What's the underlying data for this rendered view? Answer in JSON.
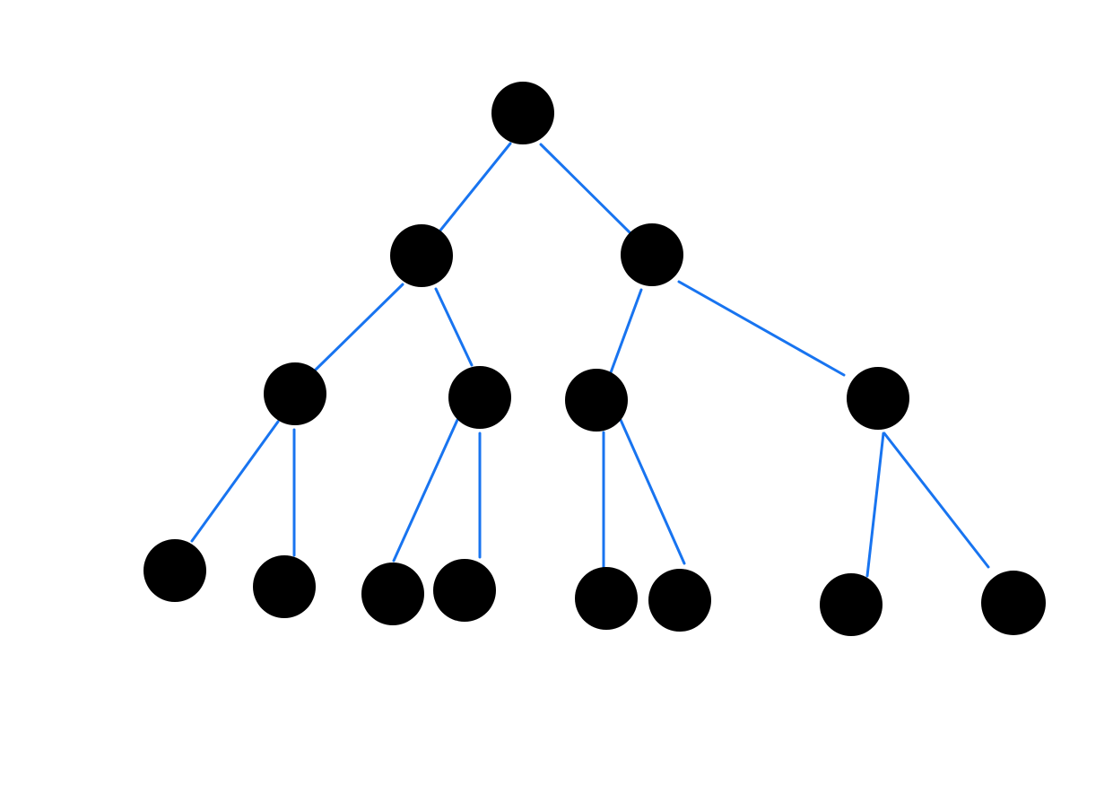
{
  "diagram": {
    "type": "tree",
    "edge_color": "#1874f0",
    "node_color": "#000000",
    "nodes": [
      {
        "id": "root"
      },
      {
        "id": "l1-left"
      },
      {
        "id": "l1-right"
      },
      {
        "id": "l2-a"
      },
      {
        "id": "l2-b"
      },
      {
        "id": "l2-c"
      },
      {
        "id": "l2-d"
      },
      {
        "id": "leaf-1"
      },
      {
        "id": "leaf-2"
      },
      {
        "id": "leaf-3"
      },
      {
        "id": "leaf-4"
      },
      {
        "id": "leaf-5"
      },
      {
        "id": "leaf-6"
      },
      {
        "id": "leaf-7"
      },
      {
        "id": "leaf-8"
      }
    ],
    "edges": [
      {
        "from": "root",
        "to": "l1-left"
      },
      {
        "from": "root",
        "to": "l1-right"
      },
      {
        "from": "l1-left",
        "to": "l2-a"
      },
      {
        "from": "l1-left",
        "to": "l2-b"
      },
      {
        "from": "l1-right",
        "to": "l2-c"
      },
      {
        "from": "l1-right",
        "to": "l2-d"
      },
      {
        "from": "l2-a",
        "to": "leaf-1"
      },
      {
        "from": "l2-a",
        "to": "leaf-2"
      },
      {
        "from": "l2-b",
        "to": "leaf-3"
      },
      {
        "from": "l2-b",
        "to": "leaf-4"
      },
      {
        "from": "l2-c",
        "to": "leaf-5"
      },
      {
        "from": "l2-c",
        "to": "leaf-6"
      },
      {
        "from": "l2-d",
        "to": "leaf-7"
      },
      {
        "from": "l2-d",
        "to": "leaf-8"
      }
    ]
  }
}
